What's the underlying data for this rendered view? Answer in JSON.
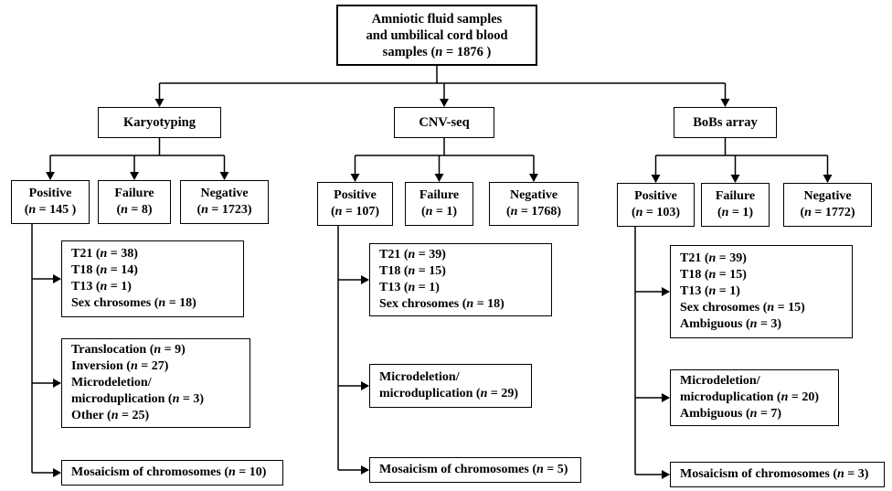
{
  "root": {
    "line1": "Amniotic fluid samples",
    "line2": "and umbilical cord blood",
    "line3_pre": "samples (",
    "n": "n",
    "line3_post": " = 1876 )"
  },
  "methods": [
    {
      "title": "Karyotyping",
      "positive": {
        "label": "Positive",
        "value": "(n = 145 )",
        "pre": "(",
        "n": "n",
        "post": " = 145 )"
      },
      "failure": {
        "label": "Failure",
        "pre": "(",
        "n": "n",
        "post": " = 8)"
      },
      "negative": {
        "label": "Negative",
        "pre": "(",
        "n": "n",
        "post": " = 1723)"
      },
      "detail_boxes": [
        {
          "lines": [
            {
              "pre": "T21   (",
              "n": "n",
              "post": " = 38)"
            },
            {
              "pre": "T18   (",
              "n": "n",
              "post": " = 14)"
            },
            {
              "pre": "T13   (",
              "n": "n",
              "post": " = 1)"
            },
            {
              "pre": "Sex chrosomes (",
              "n": "n",
              "post": " = 18)"
            }
          ]
        },
        {
          "lines": [
            {
              "pre": "Translocation (",
              "n": "n",
              "post": " = 9)"
            },
            {
              "pre": "Inversion (",
              "n": "n",
              "post": " = 27)"
            },
            {
              "pre": "Microdeletion/",
              "n": "",
              "post": ""
            },
            {
              "pre": "microduplication (",
              "n": "n",
              "post": " = 3)"
            },
            {
              "pre": "Other (",
              "n": "n",
              "post": " = 25)"
            }
          ]
        },
        {
          "lines": [
            {
              "pre": "Mosaicism of chromosomes (",
              "n": "n",
              "post": " = 10)"
            }
          ]
        }
      ]
    },
    {
      "title": "CNV-seq",
      "positive": {
        "label": "Positive",
        "pre": "(",
        "n": "n",
        "post": " = 107)"
      },
      "failure": {
        "label": "Failure",
        "pre": "(",
        "n": "n",
        "post": " = 1)"
      },
      "negative": {
        "label": "Negative",
        "pre": "(",
        "n": "n",
        "post": " = 1768)"
      },
      "detail_boxes": [
        {
          "lines": [
            {
              "pre": "T21   (",
              "n": "n",
              "post": " = 39)"
            },
            {
              "pre": "T18   (",
              "n": "n",
              "post": " = 15)"
            },
            {
              "pre": "T13   (",
              "n": "n",
              "post": " = 1)"
            },
            {
              "pre": "Sex chrosomes (",
              "n": "n",
              "post": " = 18)"
            }
          ]
        },
        {
          "lines": [
            {
              "pre": "Microdeletion/",
              "n": "",
              "post": ""
            },
            {
              "pre": "microduplication (",
              "n": "n",
              "post": " = 29)"
            }
          ]
        },
        {
          "lines": [
            {
              "pre": "Mosaicism of chromosomes (",
              "n": "n",
              "post": " = 5)"
            }
          ]
        }
      ]
    },
    {
      "title": "BoBs array",
      "positive": {
        "label": "Positive",
        "pre": "(",
        "n": "n",
        "post": " = 103)"
      },
      "failure": {
        "label": "Failure",
        "pre": "(",
        "n": "n",
        "post": " = 1)"
      },
      "negative": {
        "label": "Negative",
        "pre": "(",
        "n": "n",
        "post": " = 1772)"
      },
      "detail_boxes": [
        {
          "lines": [
            {
              "pre": "T21   (",
              "n": "n",
              "post": " = 39)"
            },
            {
              "pre": "T18   (",
              "n": "n",
              "post": " = 15)"
            },
            {
              "pre": "T13   (",
              "n": "n",
              "post": " = 1)"
            },
            {
              "pre": "Sex chrosomes (",
              "n": "n",
              "post": " = 15)"
            },
            {
              "pre": "Ambiguous (",
              "n": "n",
              "post": " = 3)"
            }
          ]
        },
        {
          "lines": [
            {
              "pre": "Microdeletion/",
              "n": "",
              "post": ""
            },
            {
              "pre": "microduplication (",
              "n": "n",
              "post": " = 20)"
            },
            {
              "pre": "Ambiguous  (",
              "n": "n",
              "post": " = 7)"
            }
          ]
        },
        {
          "lines": [
            {
              "pre": "Mosaicism of chromosomes (",
              "n": "n",
              "post": " = 3)"
            }
          ]
        }
      ]
    }
  ]
}
